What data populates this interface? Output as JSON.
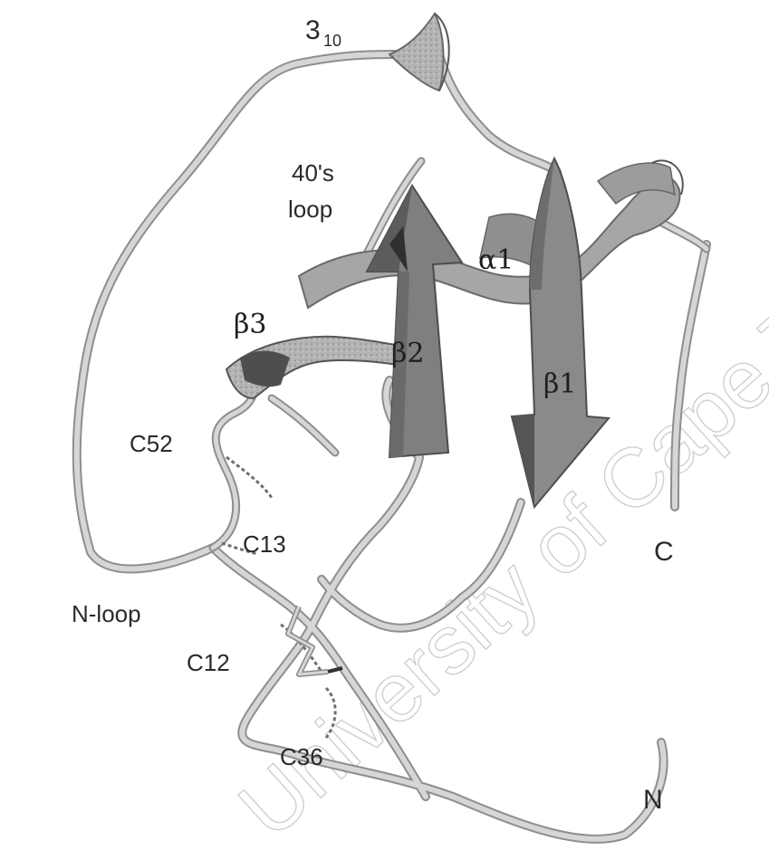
{
  "labels": {
    "helix_310": "3",
    "helix_310_sub": "10",
    "loop_40s_line1": "40's",
    "loop_40s_line2": "loop",
    "alpha1": "α1",
    "beta1": "β1",
    "beta2": "β2",
    "beta3": "β3",
    "c52": "C52",
    "c13": "C13",
    "c12": "C12",
    "c36": "C36",
    "n_loop": "N-loop",
    "c_terminus": "C",
    "n_terminus": "N"
  },
  "watermark": "University of Cape Town",
  "colors": {
    "coil": "#c9c9c9",
    "coil_edge": "#8e8e8e",
    "strand": "#7d7d7d",
    "strand_dark": "#5a5a5a",
    "helix": "#9a9a9a",
    "disulfide": "#6f6f6f"
  }
}
